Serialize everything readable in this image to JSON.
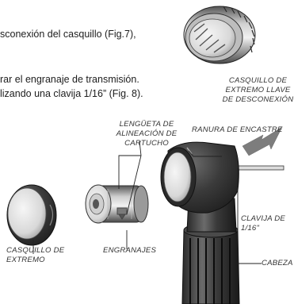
{
  "instructions": {
    "line1": "sconexión del casquillo (Fig.7),",
    "line2": "rar el engranaje de transmisión.",
    "line3": "lizando una clavija 1/16” (Fig. 8)."
  },
  "labels": {
    "wrench_socket": [
      "CASQUILLO DE",
      "EXTREMO LLAVE",
      "DE DESCONEXIÓN"
    ],
    "alignment_tab": [
      "LENGÜETA DE",
      "ALINEACIÓN DE",
      "CARTUCHO"
    ],
    "groove": "RANURA DE ENCASTRE",
    "end_cap": [
      "CASQUILLO DE",
      "EXTREMO"
    ],
    "gears": "ENGRANAJES",
    "pin": [
      "CLAVIJA DE",
      "1/16\""
    ],
    "head": "CABEZA"
  },
  "colors": {
    "arrow": "#7d7d7d",
    "line": "#222222",
    "metal_light": "#e6e6e6",
    "metal_dark": "#3a3a3a"
  }
}
